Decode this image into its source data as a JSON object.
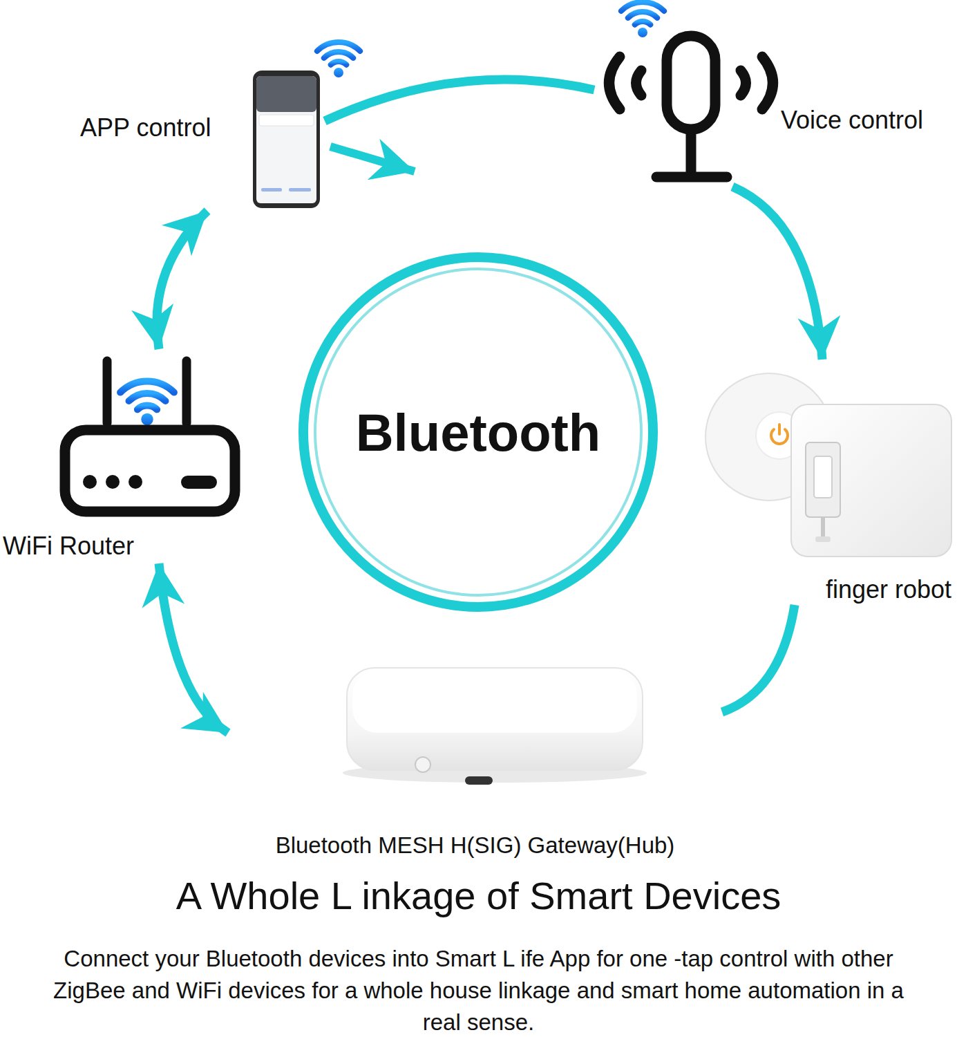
{
  "diagram": {
    "title": "A Whole L inkage of Smart Devices",
    "caption": "Connect your Bluetooth devices into Smart L ife App for one -tap control with other ZigBee and WiFi devices for a whole house linkage and smart home automation in a real sense.",
    "nodes": [
      {
        "text": [
          "APP control"
        ]
      },
      {
        "text": [
          "Voice control"
        ]
      },
      {
        "text": [
          "Bluetooth"
        ]
      },
      {
        "text": [
          "WiFi Router"
        ]
      },
      {
        "text": [
          "finger robot"
        ]
      },
      {
        "text": [
          "Bluetooth MESH H(SIG) Gateway(Hub)"
        ]
      }
    ],
    "edges": [
      {
        "from": 0,
        "to": 1,
        "arrow": "none"
      },
      {
        "from": 1,
        "to": 4,
        "arrow": "to"
      },
      {
        "from": 4,
        "to": 5,
        "arrow": "none"
      },
      {
        "from": 3,
        "to": 5,
        "arrow": "both"
      },
      {
        "from": 3,
        "to": 0,
        "arrow": "both"
      }
    ]
  }
}
